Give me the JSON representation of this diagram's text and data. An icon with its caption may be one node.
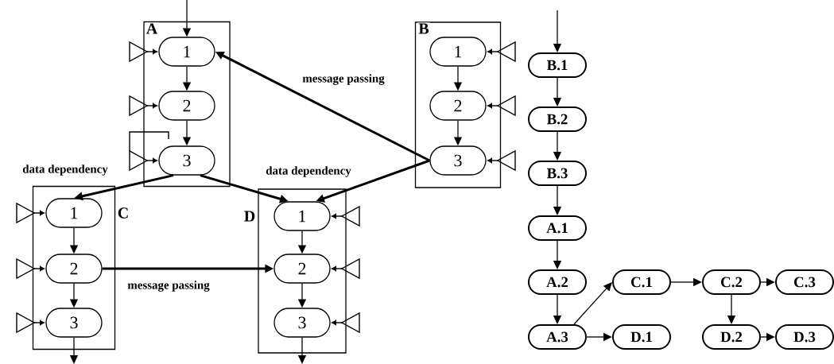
{
  "diagram": {
    "nodes": [
      {
        "text": [
          "A"
        ]
      },
      {
        "text": [
          "1"
        ],
        "in": 0
      },
      {
        "text": [
          "2"
        ],
        "in": 0
      },
      {
        "text": [
          "3"
        ],
        "in": 0
      },
      {
        "text": [
          "B"
        ]
      },
      {
        "text": [
          "1"
        ],
        "in": 4
      },
      {
        "text": [
          "2"
        ],
        "in": 4
      },
      {
        "text": [
          "3"
        ],
        "in": 4
      },
      {
        "text": [
          "C"
        ]
      },
      {
        "text": [
          "1"
        ],
        "in": 8
      },
      {
        "text": [
          "2"
        ],
        "in": 8
      },
      {
        "text": [
          "3"
        ],
        "in": 8
      },
      {
        "text": [
          "D"
        ]
      },
      {
        "text": [
          "1"
        ],
        "in": 12
      },
      {
        "text": [
          "2"
        ],
        "in": 12
      },
      {
        "text": [
          "3"
        ],
        "in": 12
      },
      {
        "text": [
          "B.1"
        ]
      },
      {
        "text": [
          "B.2"
        ]
      },
      {
        "text": [
          "B.3"
        ]
      },
      {
        "text": [
          "A.1"
        ]
      },
      {
        "text": [
          "A.2"
        ]
      },
      {
        "text": [
          "A.3"
        ]
      },
      {
        "text": [
          "C.1"
        ]
      },
      {
        "text": [
          "C.2"
        ]
      },
      {
        "text": [
          "C.3"
        ]
      },
      {
        "text": [
          "D.1"
        ]
      },
      {
        "text": [
          "D.2"
        ]
      },
      {
        "text": [
          "D.3"
        ]
      }
    ],
    "edges": [
      {
        "from": null,
        "to": 1,
        "arrow": "to"
      },
      {
        "from": 1,
        "to": 2,
        "arrow": "to"
      },
      {
        "from": 2,
        "to": 3,
        "arrow": "to"
      },
      {
        "from": 5,
        "to": 6,
        "arrow": "to"
      },
      {
        "from": 6,
        "to": 7,
        "arrow": "to"
      },
      {
        "from": 7,
        "to": 1,
        "arrow": "to",
        "label": "message passing",
        "style": "thick"
      },
      {
        "from": 3,
        "to": 9,
        "arrow": "to",
        "label": "data dependency",
        "style": "thick"
      },
      {
        "from": 3,
        "to": 13,
        "arrow": "to",
        "label": "data dependency",
        "style": "thick"
      },
      {
        "from": 7,
        "to": 13,
        "arrow": "to",
        "style": "thick"
      },
      {
        "from": 9,
        "to": 10,
        "arrow": "to"
      },
      {
        "from": 10,
        "to": 11,
        "arrow": "to"
      },
      {
        "from": 11,
        "to": null,
        "arrow": "to"
      },
      {
        "from": 13,
        "to": 14,
        "arrow": "to"
      },
      {
        "from": 14,
        "to": 15,
        "arrow": "to"
      },
      {
        "from": 15,
        "to": null,
        "arrow": "to"
      },
      {
        "from": 10,
        "to": 14,
        "arrow": "to",
        "label": "message passing",
        "style": "thick"
      },
      {
        "from": null,
        "to": 16,
        "arrow": "to"
      },
      {
        "from": 16,
        "to": 17,
        "arrow": "to"
      },
      {
        "from": 17,
        "to": 18,
        "arrow": "to"
      },
      {
        "from": 18,
        "to": 19,
        "arrow": "to"
      },
      {
        "from": 19,
        "to": 20,
        "arrow": "to"
      },
      {
        "from": 20,
        "to": 21,
        "arrow": "to"
      },
      {
        "from": 21,
        "to": 22,
        "arrow": "to"
      },
      {
        "from": 21,
        "to": 25,
        "arrow": "to"
      },
      {
        "from": 22,
        "to": 23,
        "arrow": "to"
      },
      {
        "from": 23,
        "to": 24,
        "arrow": "to"
      },
      {
        "from": 23,
        "to": 26,
        "arrow": "to"
      },
      {
        "from": 26,
        "to": 27,
        "arrow": "to"
      }
    ]
  }
}
